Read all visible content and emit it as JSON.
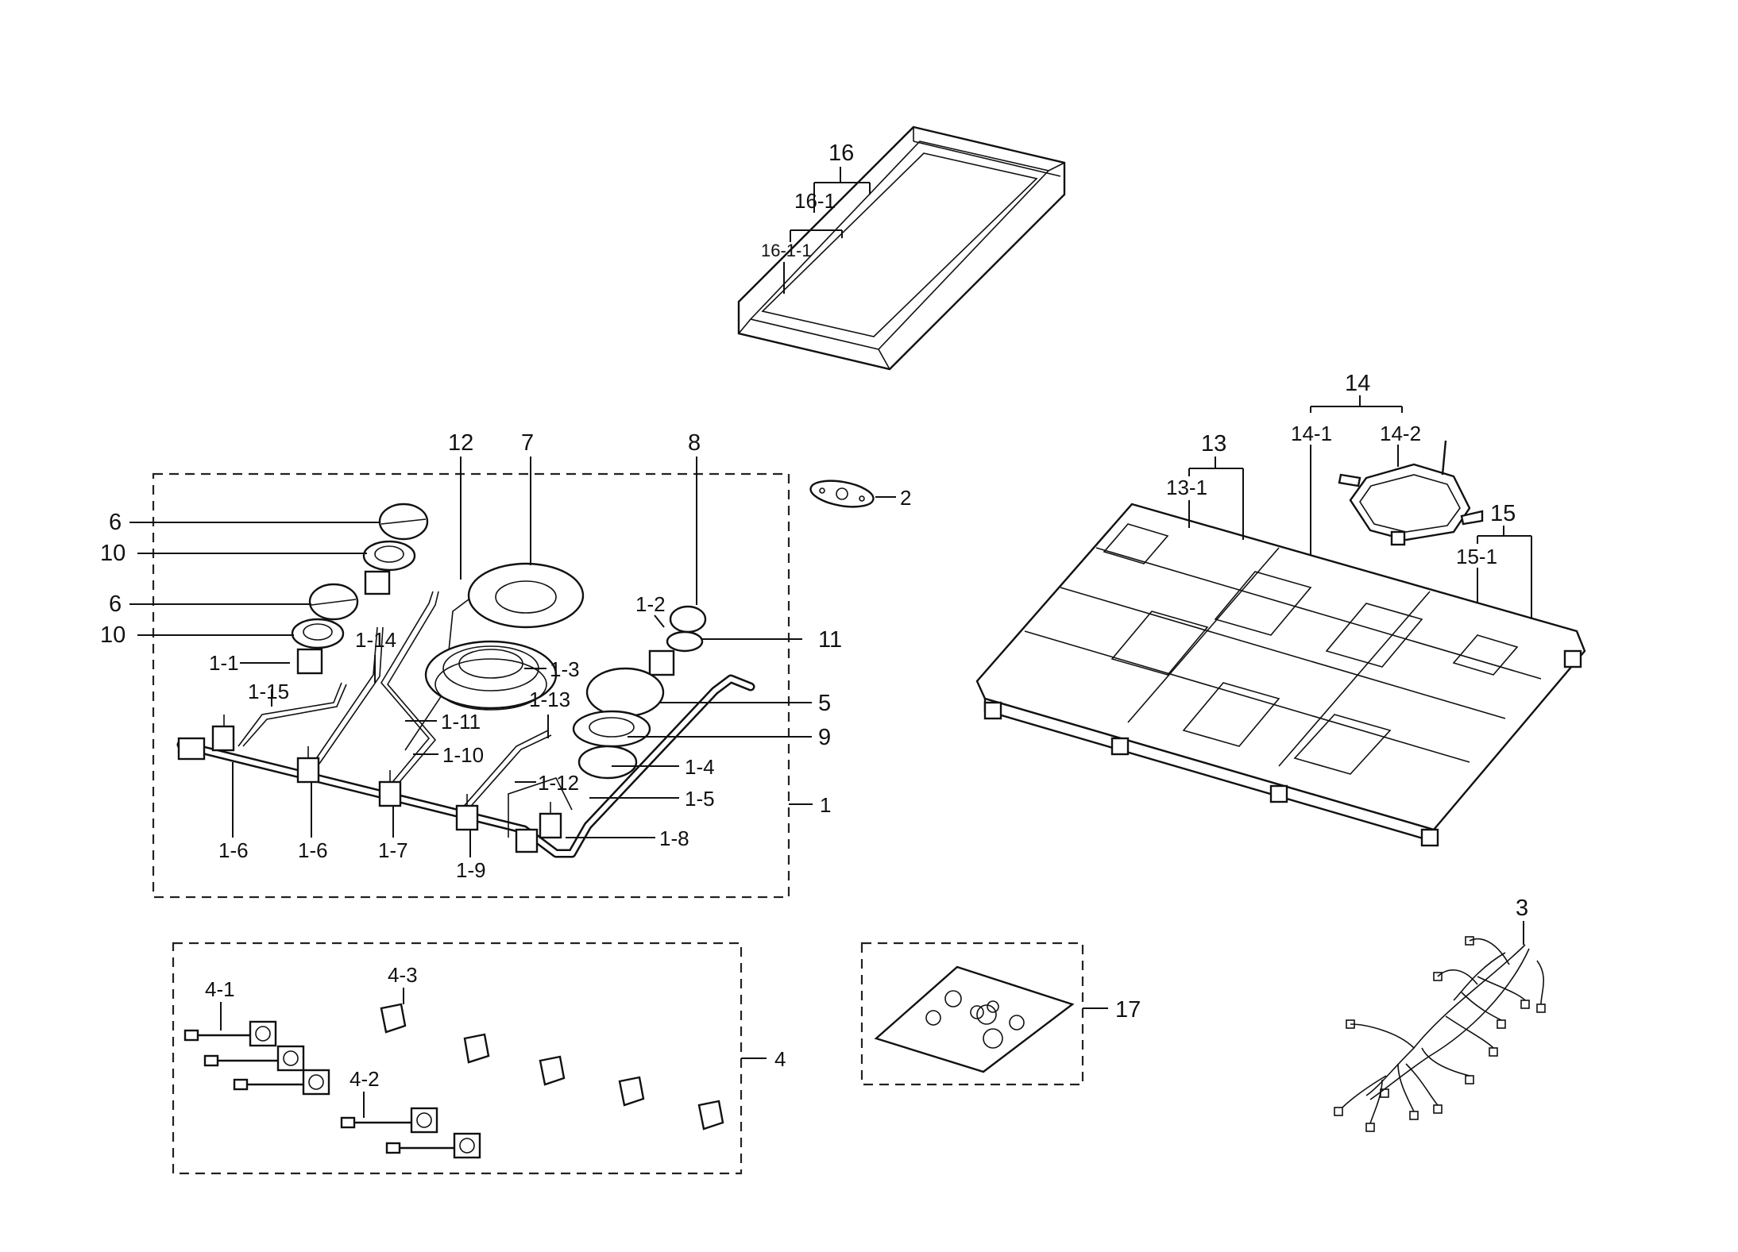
{
  "labels": {
    "p16": "16",
    "p16_1": "16-1",
    "p16_1_1": "16-1-1",
    "p14": "14",
    "p14_1": "14-1",
    "p14_2": "14-2",
    "p13": "13",
    "p13_1": "13-1",
    "p15": "15",
    "p15_1": "15-1",
    "p12": "12",
    "p7": "7",
    "p8": "8",
    "p2": "2",
    "p6a": "6",
    "p10a": "10",
    "p6b": "6",
    "p10b": "10",
    "p1_1": "1-1",
    "p1_14": "1-14",
    "p1_15": "1-15",
    "p1_2": "1-2",
    "p1_3": "1-3",
    "p11": "11",
    "p1_13": "1-13",
    "p5": "5",
    "p9": "9",
    "p1_11": "1-11",
    "p1_10": "1-10",
    "p1_4": "1-4",
    "p1_12": "1-12",
    "p1_5": "1-5",
    "p1": "1",
    "p1_6a": "1-6",
    "p1_6b": "1-6",
    "p1_7": "1-7",
    "p1_8": "1-8",
    "p1_9": "1-9",
    "p3": "3",
    "p4_1": "4-1",
    "p4_3": "4-3",
    "p4_2": "4-2",
    "p4": "4",
    "p17": "17"
  }
}
